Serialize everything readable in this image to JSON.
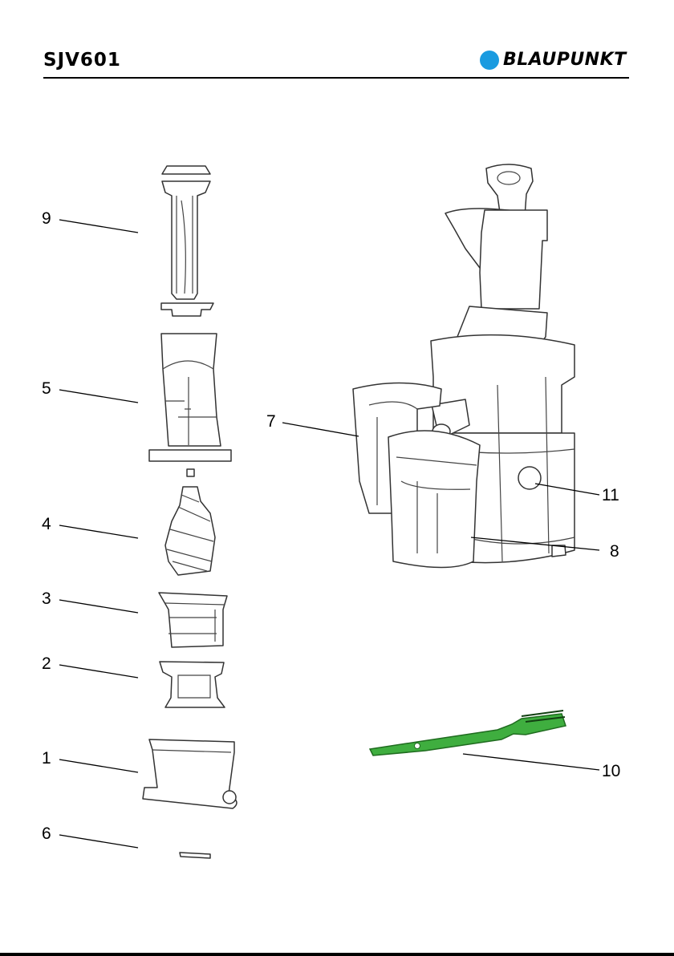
{
  "header": {
    "model": "SJV601",
    "brand": "BLAUPUNKT",
    "brand_color": "#1a9be0"
  },
  "callouts": [
    {
      "id": "9",
      "text": "9"
    },
    {
      "id": "5",
      "text": "5"
    },
    {
      "id": "4",
      "text": "4"
    },
    {
      "id": "3",
      "text": "3"
    },
    {
      "id": "2",
      "text": "2"
    },
    {
      "id": "1",
      "text": "1"
    },
    {
      "id": "6",
      "text": "6"
    },
    {
      "id": "7",
      "text": "7"
    },
    {
      "id": "11",
      "text": "11"
    },
    {
      "id": "8",
      "text": "8"
    },
    {
      "id": "10",
      "text": "10"
    }
  ],
  "colors": {
    "brush": "#3fae3f",
    "outline": "#333333"
  }
}
